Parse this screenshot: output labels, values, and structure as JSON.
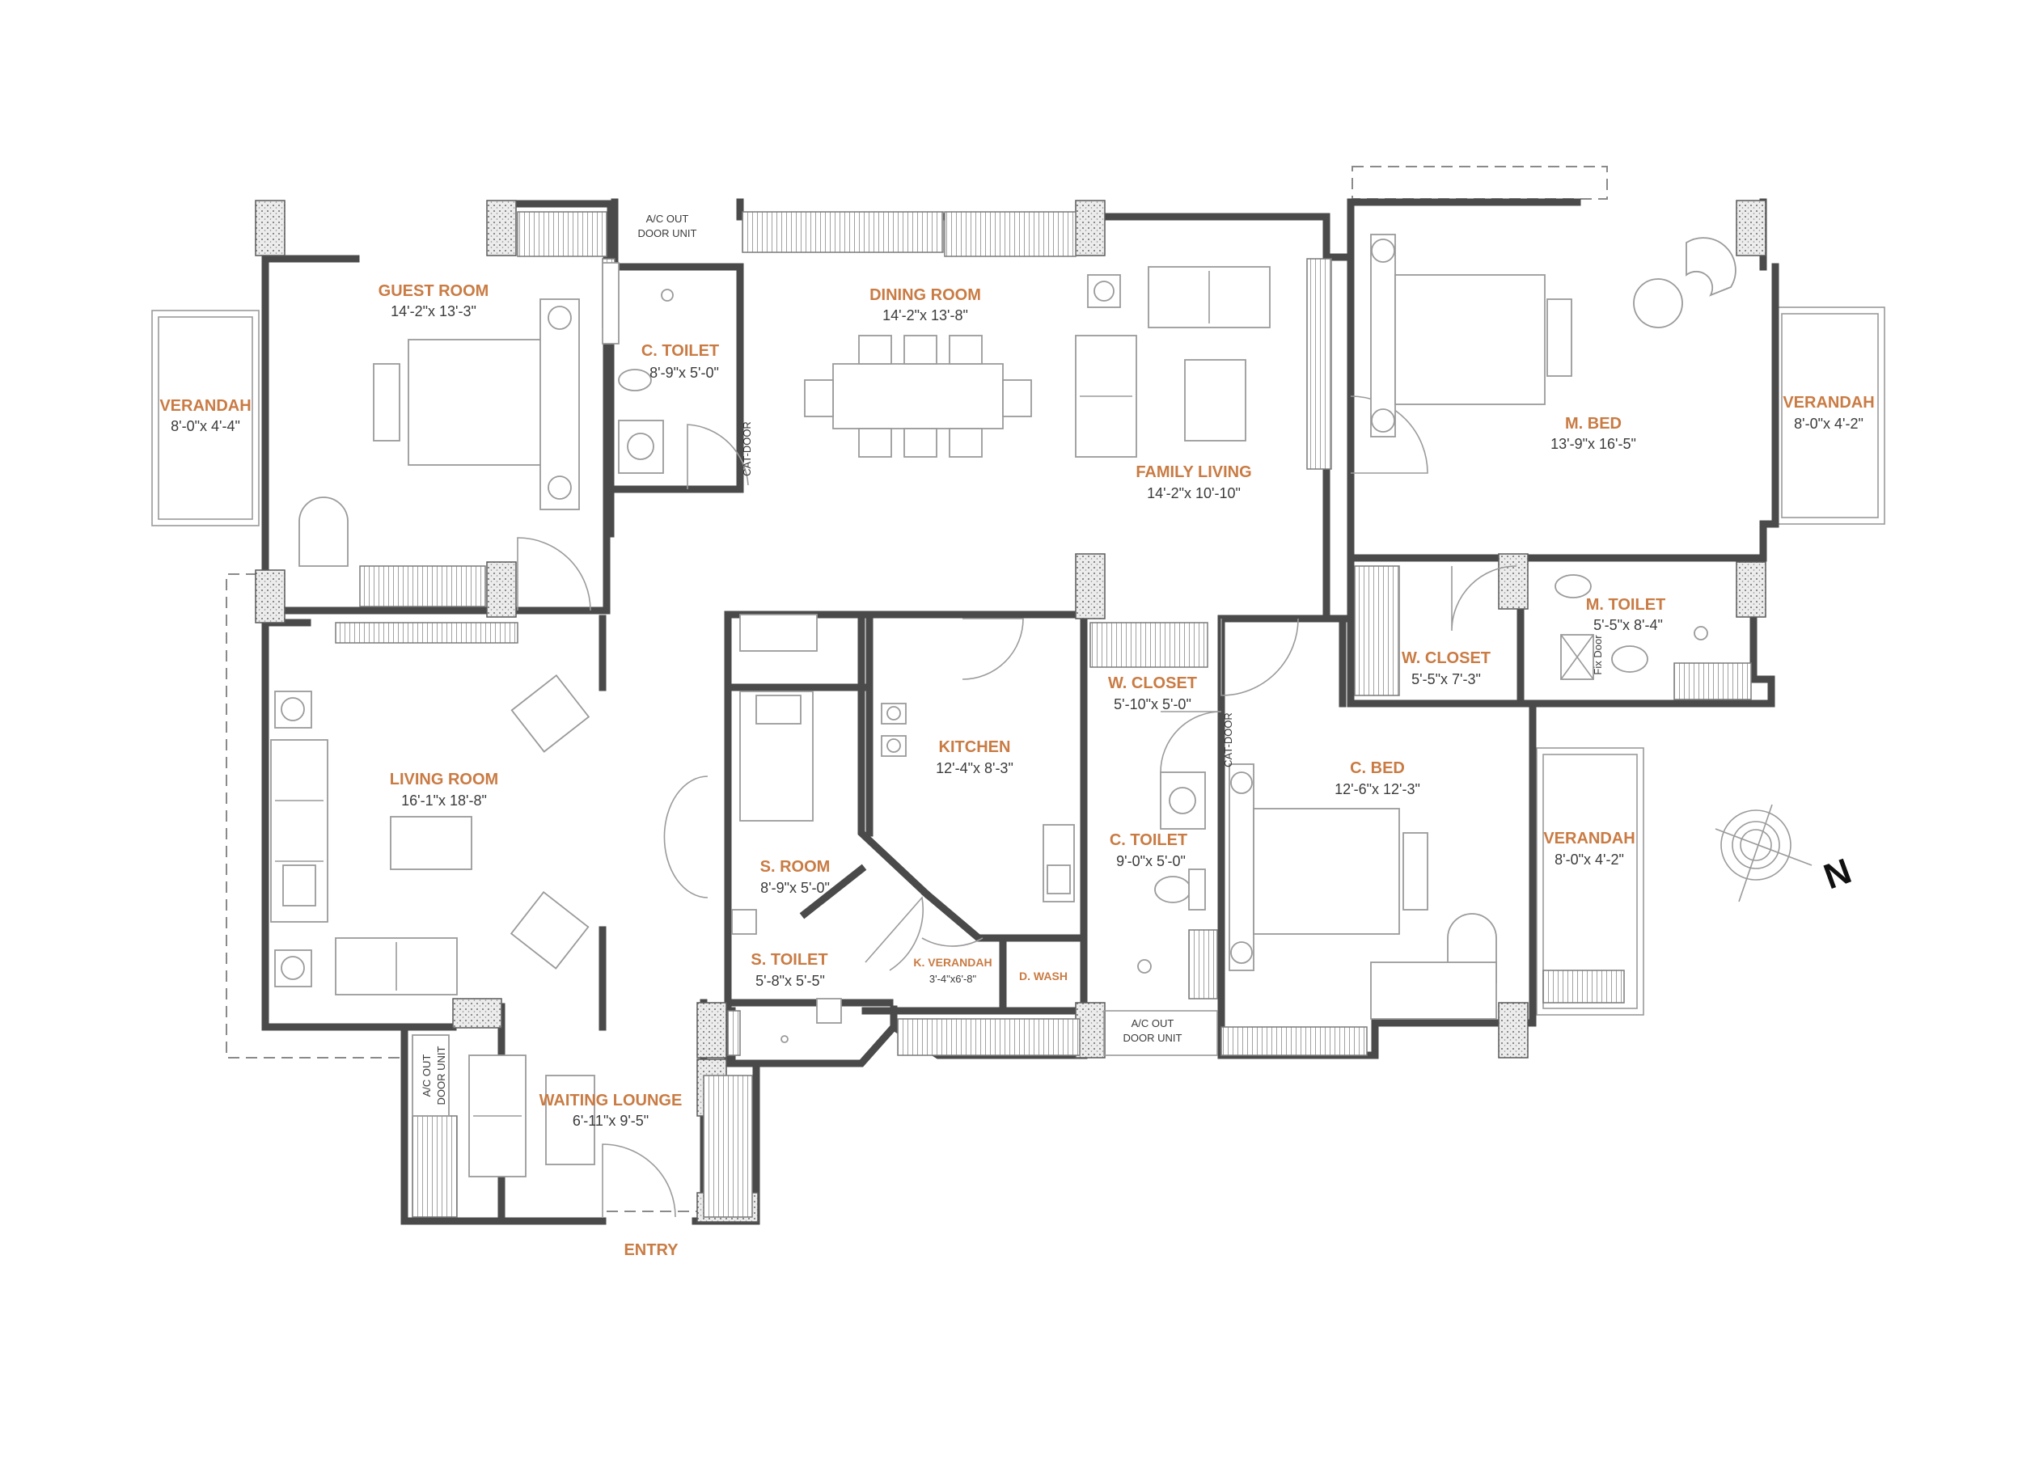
{
  "rooms": [
    {
      "id": "guest-room",
      "name": "GUEST ROOM",
      "dim": "14'-2\"x 13'-3\""
    },
    {
      "id": "verandah-left",
      "name": "VERANDAH",
      "dim": "8'-0\"x 4'-4\""
    },
    {
      "id": "c-toilet-top",
      "name": "C. TOILET",
      "dim": "8'-9\"x 5'-0\""
    },
    {
      "id": "dining-room",
      "name": "DINING ROOM",
      "dim": "14'-2\"x 13'-8\""
    },
    {
      "id": "family-living",
      "name": "FAMILY LIVING",
      "dim": "14'-2\"x 10'-10\""
    },
    {
      "id": "m-bed",
      "name": "M. BED",
      "dim": "13'-9\"x 16'-5\""
    },
    {
      "id": "verandah-right",
      "name": "VERANDAH",
      "dim": "8'-0\"x 4'-2\""
    },
    {
      "id": "m-toilet",
      "name": "M. TOILET",
      "dim": "5'-5\"x 8'-4\""
    },
    {
      "id": "w-closet-master",
      "name": "W. CLOSET",
      "dim": "5'-5\"x 7'-3\""
    },
    {
      "id": "living-room",
      "name": "LIVING ROOM",
      "dim": "16'-1\"x 18'-8\""
    },
    {
      "id": "kitchen",
      "name": "KITCHEN",
      "dim": "12'-4\"x 8'-3\""
    },
    {
      "id": "w-closet-cbed",
      "name": "W. CLOSET",
      "dim": "5'-10\"x 5'-0\""
    },
    {
      "id": "c-bed",
      "name": "C. BED",
      "dim": "12'-6\"x 12'-3\""
    },
    {
      "id": "verandah-cbed",
      "name": "VERANDAH",
      "dim": "8'-0\"x 4'-2\""
    },
    {
      "id": "s-room",
      "name": "S. ROOM",
      "dim": "8'-9\"x 5'-0\""
    },
    {
      "id": "s-toilet",
      "name": "S. TOILET",
      "dim": "5'-8\"x 5'-5\""
    },
    {
      "id": "k-verandah",
      "name": "K. VERANDAH",
      "dim": "3'-4\"x6'-8\""
    },
    {
      "id": "c-toilet-bottom",
      "name": "C. TOILET",
      "dim": "9'-0\"x 5'-0\""
    },
    {
      "id": "waiting-lounge",
      "name": "WAITING LOUNGE",
      "dim": "6'-11\"x 9'-5\""
    }
  ],
  "labels": {
    "d_wash": "D. WASH",
    "entry": "ENTRY",
    "ac_top_1": "A/C OUT",
    "ac_top_2": "DOOR UNIT",
    "ac_bottom_1": "A/C OUT",
    "ac_bottom_2": "DOOR UNIT",
    "ac_lounge_1": "A/C OUT",
    "ac_lounge_2": "DOOR UNIT",
    "cat_door_1": "CAT-DOOR",
    "cat_door_2": "CAT-DOOR",
    "fix_door": "Fix Door",
    "north": "N"
  },
  "colors": {
    "label_accent": "#c97b43",
    "wall": "#4a4a4a",
    "furniture": "#9a9a9a"
  }
}
